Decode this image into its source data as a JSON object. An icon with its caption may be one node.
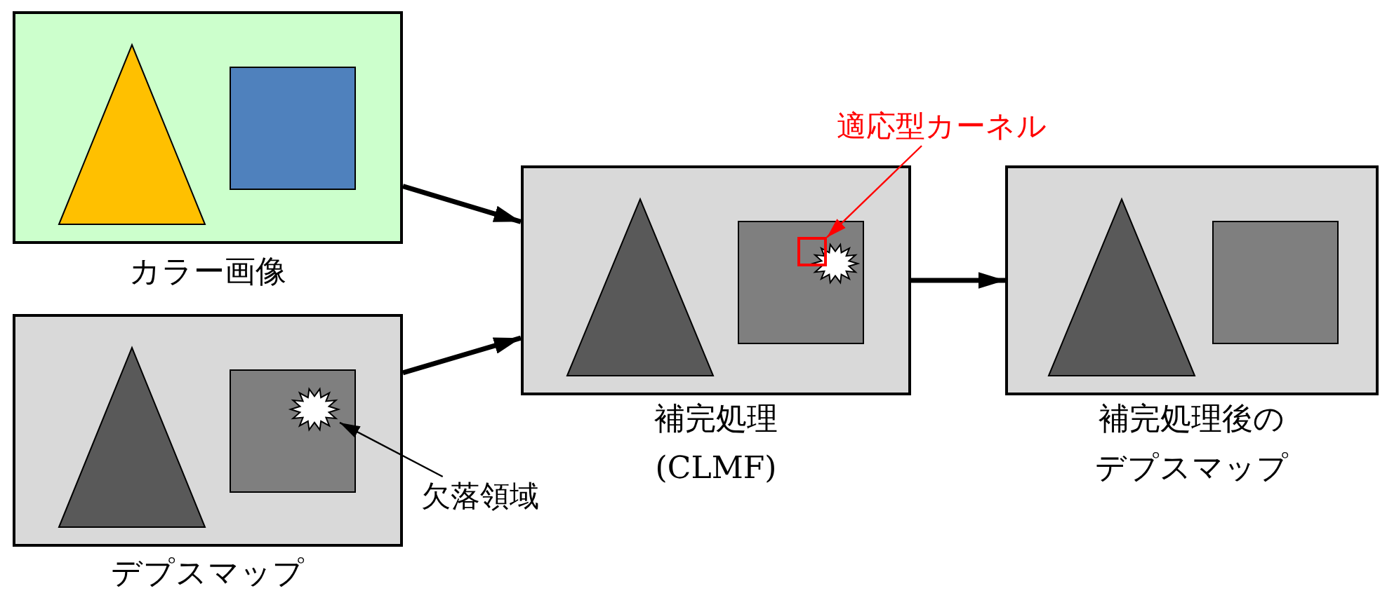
{
  "diagram": {
    "nodes": [
      {
        "text": [
          "カラー画像"
        ]
      },
      {
        "text": [
          "デプスマップ"
        ]
      },
      {
        "text": [
          "欠落領域"
        ]
      },
      {
        "text": [],
        "shape": "star",
        "in": 1
      },
      {
        "text": [
          "補完処理 (CLMF)"
        ]
      },
      {
        "text": [
          "適応型カーネル"
        ]
      },
      {
        "text": [],
        "shape": "box",
        "in": 4
      },
      {
        "text": [],
        "shape": "star",
        "in": 4
      },
      {
        "text": [
          "補完処理後のデプスマップ"
        ]
      }
    ],
    "edges": [
      {
        "from": 0,
        "to": 4,
        "arrow": "to"
      },
      {
        "from": 1,
        "to": 4,
        "arrow": "to"
      },
      {
        "from": 4,
        "to": 8,
        "arrow": "to"
      },
      {
        "from": 2,
        "to": 3,
        "arrow": "to"
      },
      {
        "from": 5,
        "to": 6,
        "arrow": "to",
        "color": "#ff0000"
      }
    ]
  }
}
